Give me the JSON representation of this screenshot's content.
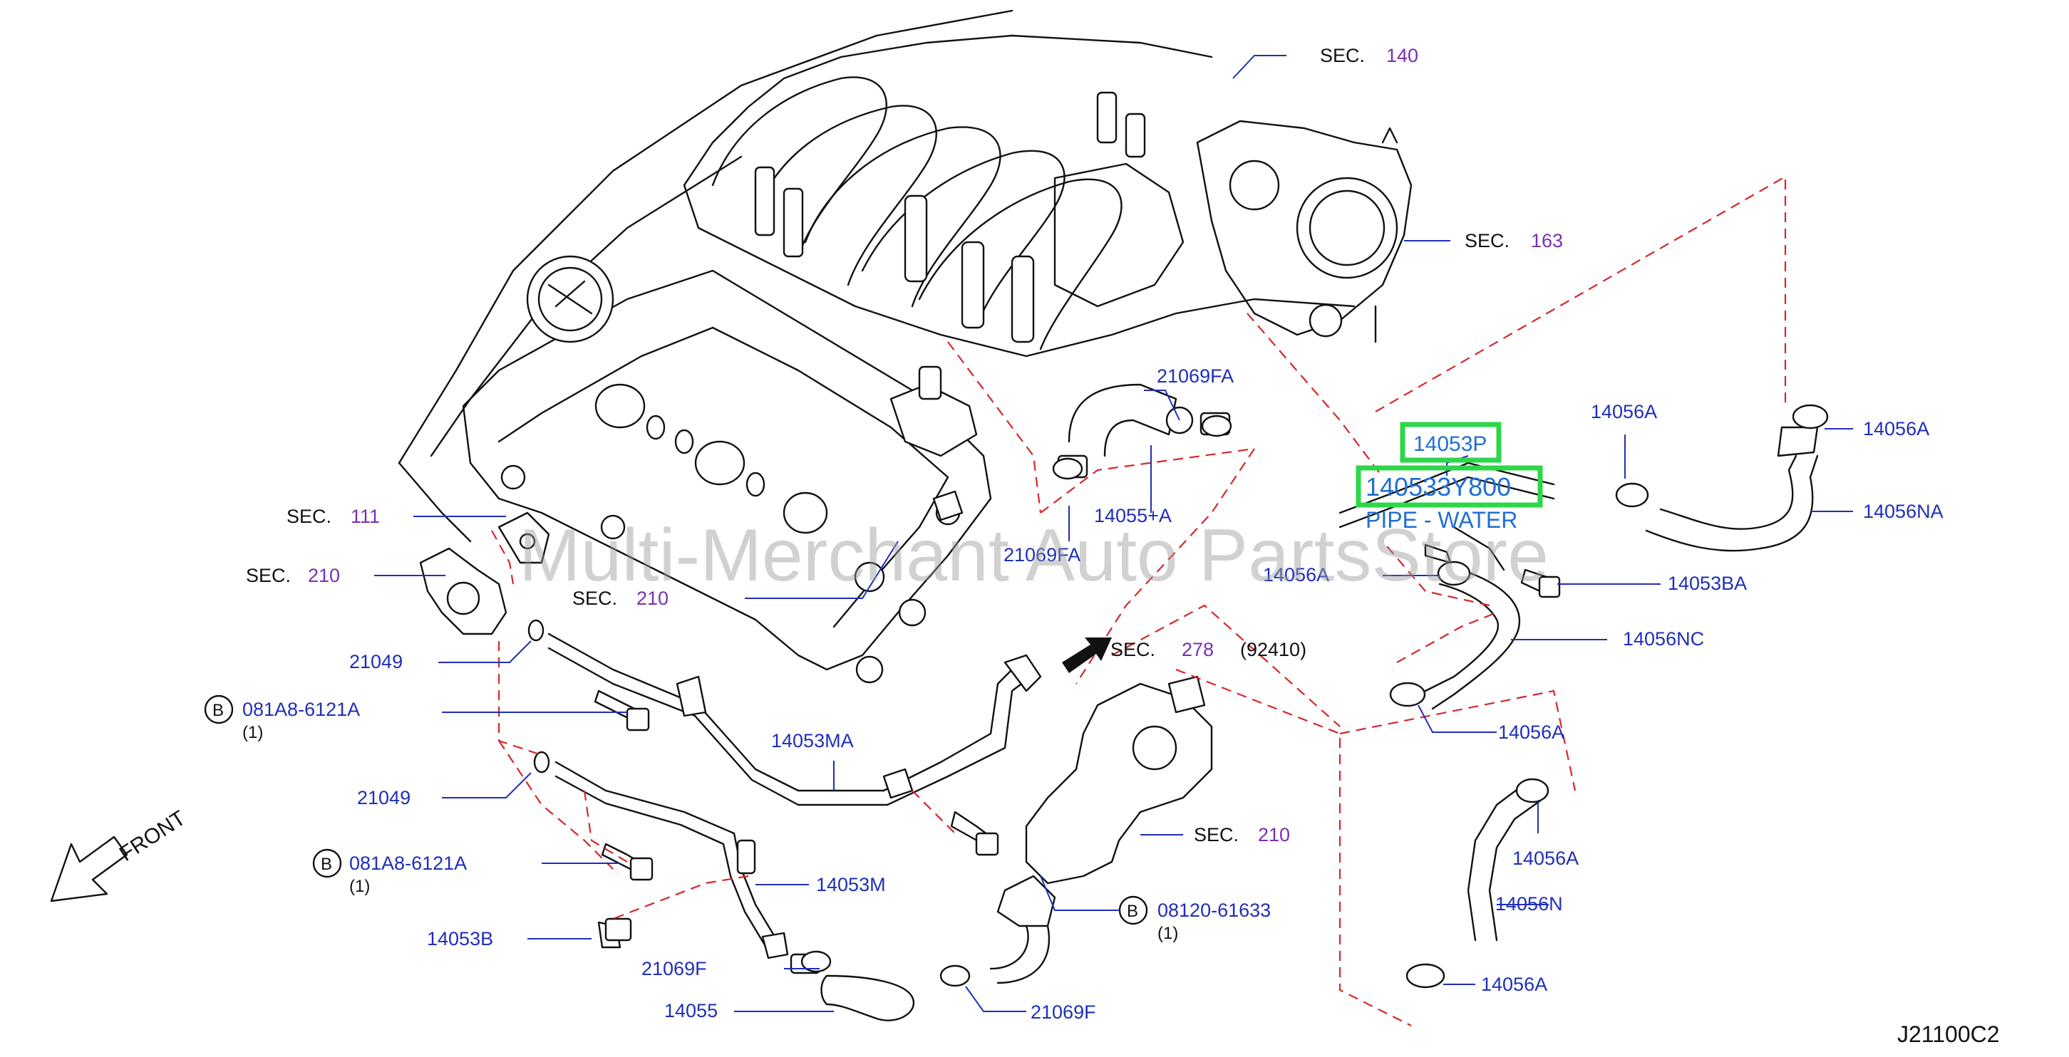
{
  "watermark": "Multi-Merchant Auto PartsStore",
  "diagram_code": "J21100C2",
  "front_label": "FRONT",
  "highlight_color": "#2ed64a",
  "sections": [
    {
      "prefix": "SEC.",
      "number": "140"
    },
    {
      "prefix": "SEC.",
      "number": "163"
    },
    {
      "prefix": "SEC.",
      "number": "111"
    },
    {
      "prefix": "SEC.",
      "number": "210"
    },
    {
      "prefix": "SEC.",
      "number": "210"
    },
    {
      "prefix": "SEC.",
      "number": "278",
      "suffix": "(92410)"
    },
    {
      "prefix": "SEC.",
      "number": "210"
    }
  ],
  "parts": [
    "21069FA",
    "14055+A",
    "21069FA",
    "21049",
    "081A8-6121A",
    "(1)",
    "21049",
    "14053MA",
    "081A8-6121A",
    "(1)",
    "14053M",
    "14053B",
    "21069F",
    "14055",
    "21069F",
    "08120-61633",
    "(1)",
    "14056A",
    "14056A",
    "14056NA",
    "14056A",
    "14053BA",
    "14056NC",
    "14056A",
    "14056A",
    "14056N",
    "14056A"
  ],
  "bolt_marker": "B",
  "highlighted": {
    "part_1": "14053P",
    "part_2": "140533Y800",
    "description": "PIPE - WATER"
  }
}
